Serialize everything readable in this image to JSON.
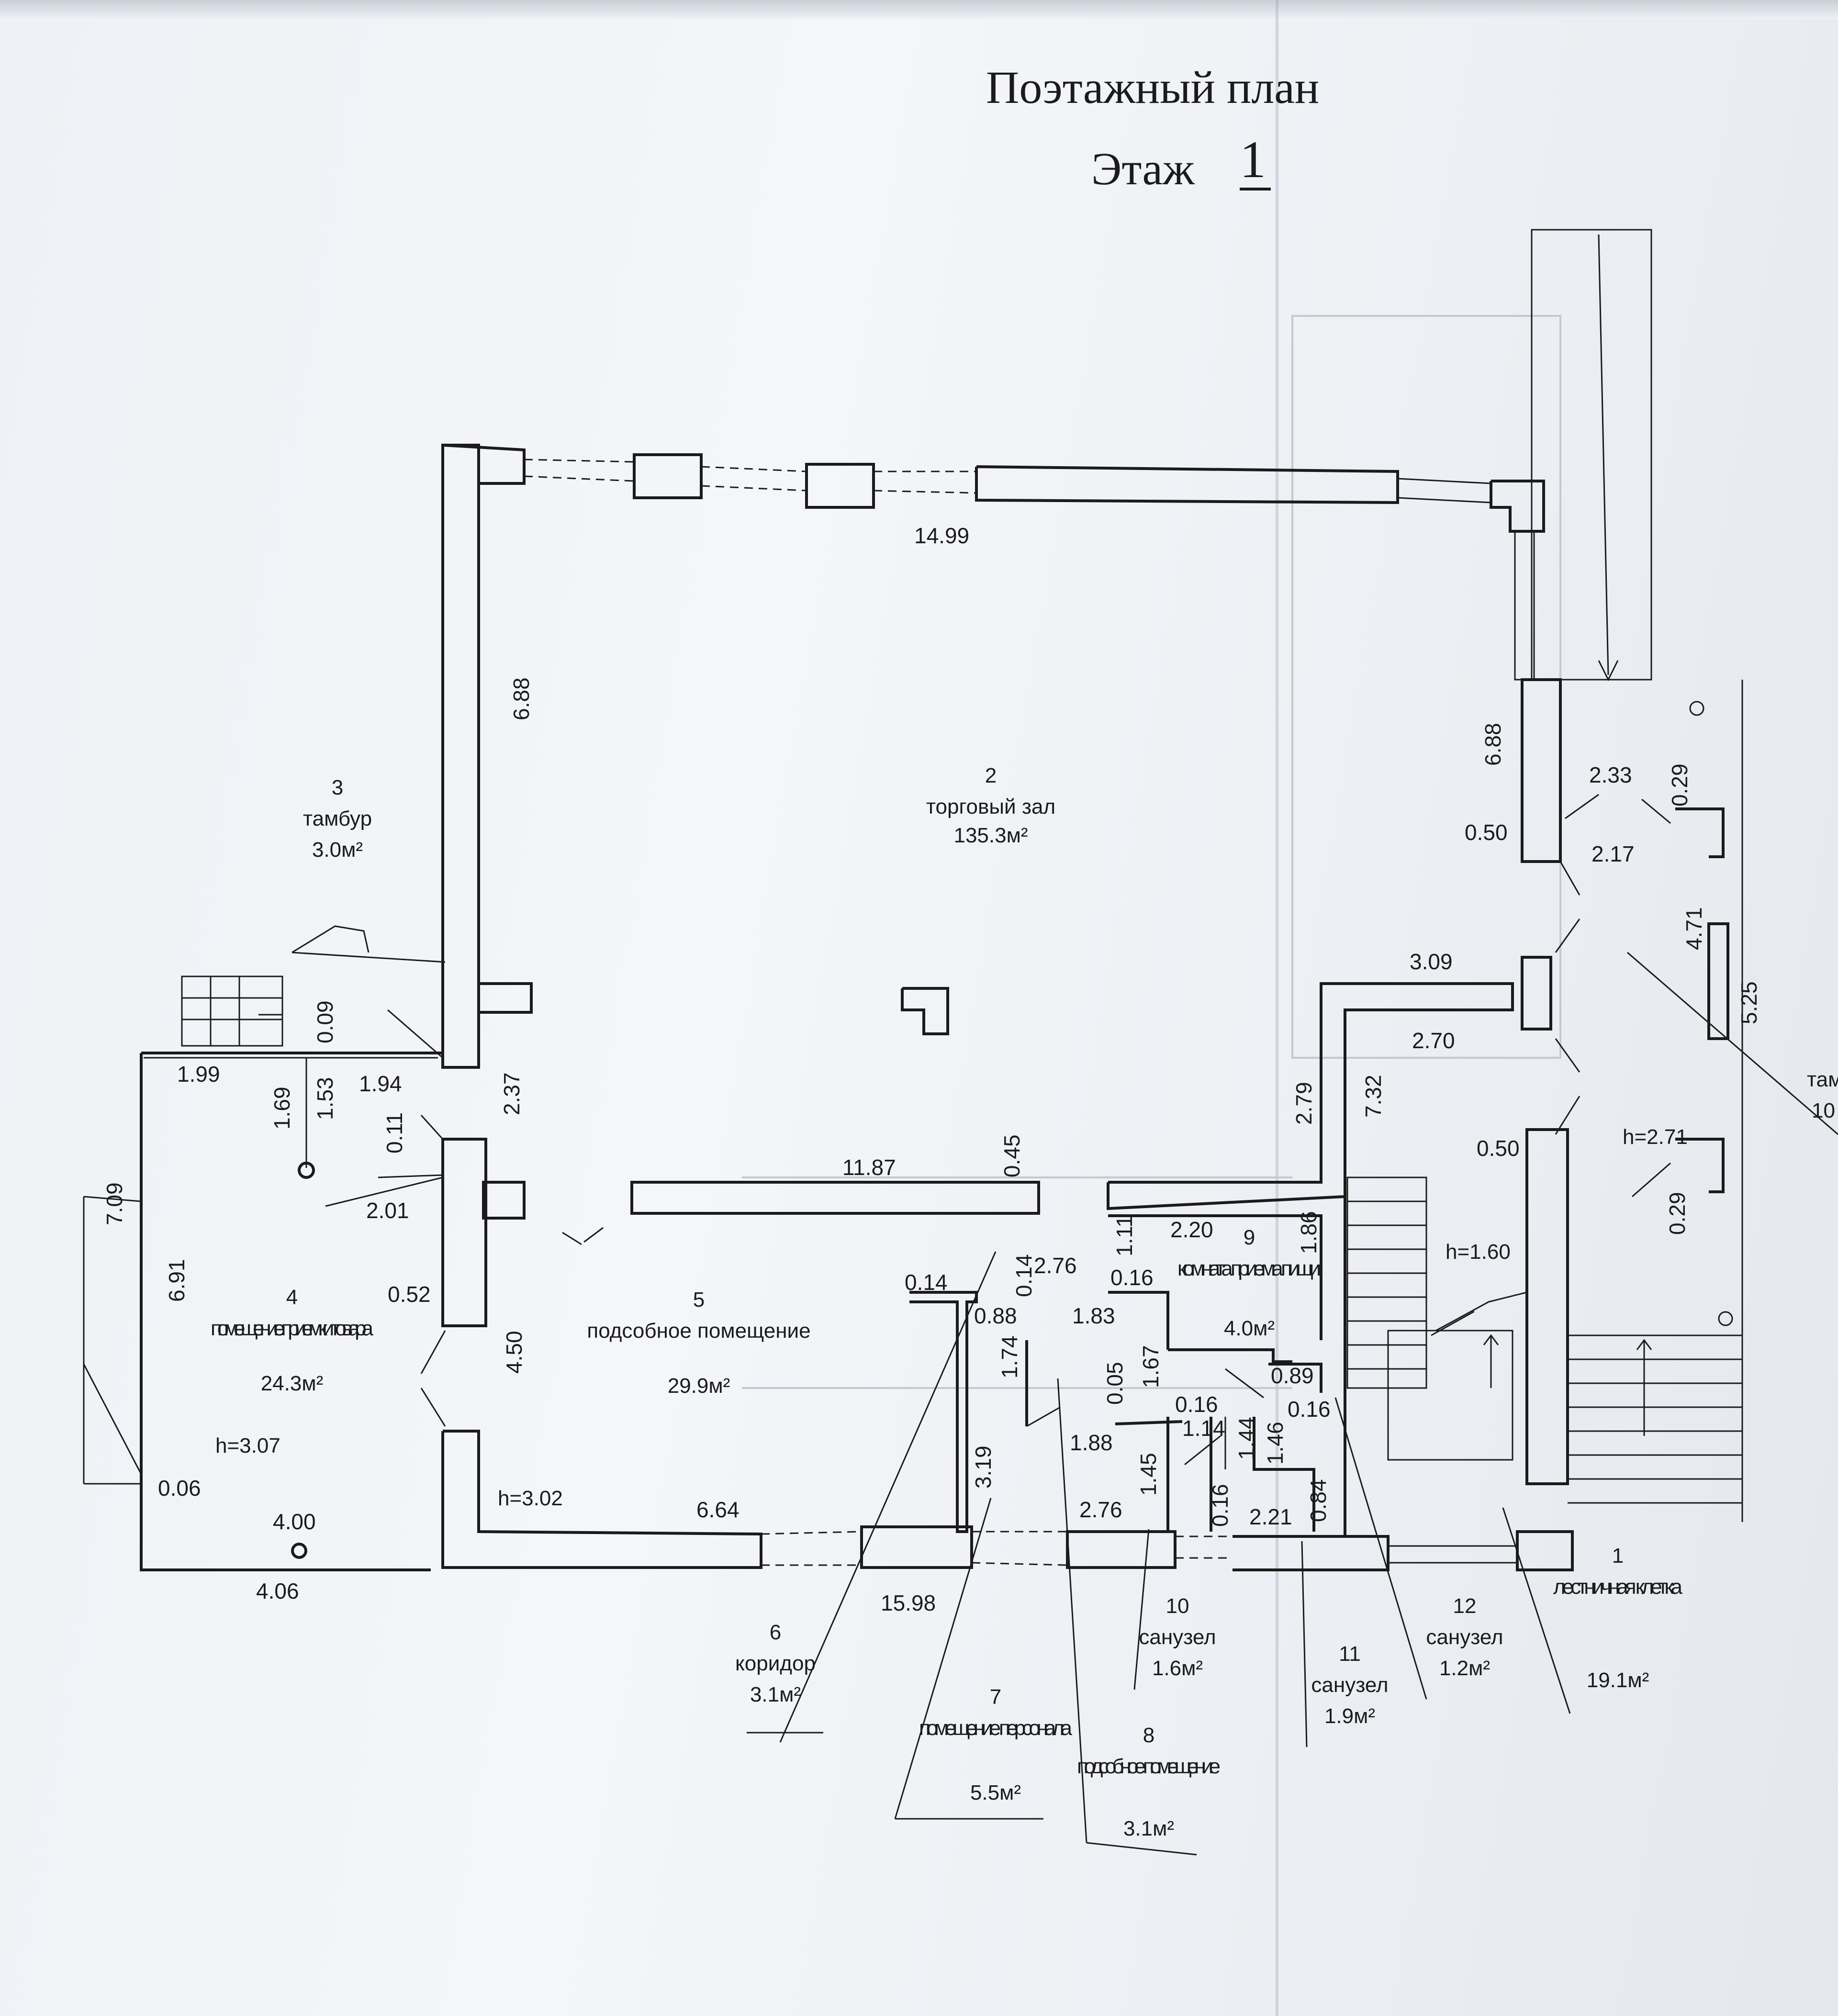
{
  "header": {
    "title": "Поэтажный план",
    "floor_label": "Этаж",
    "floor_number": "1"
  },
  "rooms": [
    {
      "id": "1",
      "name": "лестничная клетка",
      "area": "19.1м²"
    },
    {
      "id": "2",
      "name": "торговый зал",
      "area": "135.3м²"
    },
    {
      "id": "3",
      "name": "тамбур",
      "area": "3.0м²"
    },
    {
      "id": "4",
      "name": "помещение приемки товара",
      "area": "24.3м²"
    },
    {
      "id": "5",
      "name": "подсобное помещение",
      "area": "29.9м²"
    },
    {
      "id": "6",
      "name": "коридор",
      "area": "3.1м²"
    },
    {
      "id": "7",
      "name": "помещение персонала",
      "area": "5.5м²"
    },
    {
      "id": "8",
      "name": "подсобное помещение",
      "area": "3.1м²"
    },
    {
      "id": "9",
      "name": "комната приема пищи",
      "area": "4.0м²"
    },
    {
      "id": "10",
      "name": "санузел",
      "area": "1.6м²"
    },
    {
      "id": "11",
      "name": "санузел",
      "area": "1.9м²"
    },
    {
      "id": "12",
      "name": "санузел",
      "area": "1.2м²"
    },
    {
      "id": "partial",
      "name": "там",
      "area": "10"
    }
  ],
  "heights": [
    "h=3.07",
    "h=3.02",
    "h=2.71",
    "h=1.60"
  ],
  "dimensions": {
    "d1499": "14.99",
    "d688a": "6.88",
    "d688b": "6.88",
    "d237": "2.37",
    "d199": "1.99",
    "d169": "1.69",
    "d153": "1.53",
    "d009": "0.09",
    "d194": "1.94",
    "d011": "0.11",
    "d201": "2.01",
    "d709": "7.09",
    "d691": "6.91",
    "d052": "0.52",
    "d450": "4.50",
    "d006": "0.06",
    "d400": "4.00",
    "d406": "4.06",
    "d1187": "11.87",
    "d045": "0.45",
    "d014": "0.14",
    "d014b": "0.14",
    "d088": "0.88",
    "d276a": "2.76",
    "d174": "1.74",
    "d319": "3.19",
    "d664": "6.64",
    "d1598": "15.98",
    "d276b": "2.76",
    "d111": "1.11",
    "d220": "2.20",
    "d016a": "0.16",
    "d183": "1.83",
    "d167": "1.67",
    "d005": "0.05",
    "d188": "1.88",
    "d016b": "0.16",
    "d114": "1.14",
    "d145": "1.45",
    "d144": "1.44",
    "d146": "1.46",
    "d016c": "0.16",
    "d016d": "0.16",
    "d089": "0.89",
    "d084": "0.84",
    "d221": "2.21",
    "d186": "1.86",
    "d279": "2.79",
    "d732": "7.32",
    "d309": "3.09",
    "d270": "2.70",
    "d050a": "0.50",
    "d050b": "0.50",
    "d233": "2.33",
    "d029a": "0.29",
    "d217": "2.17",
    "d471": "4.71",
    "d525": "5.25",
    "d029b": "0.29"
  }
}
